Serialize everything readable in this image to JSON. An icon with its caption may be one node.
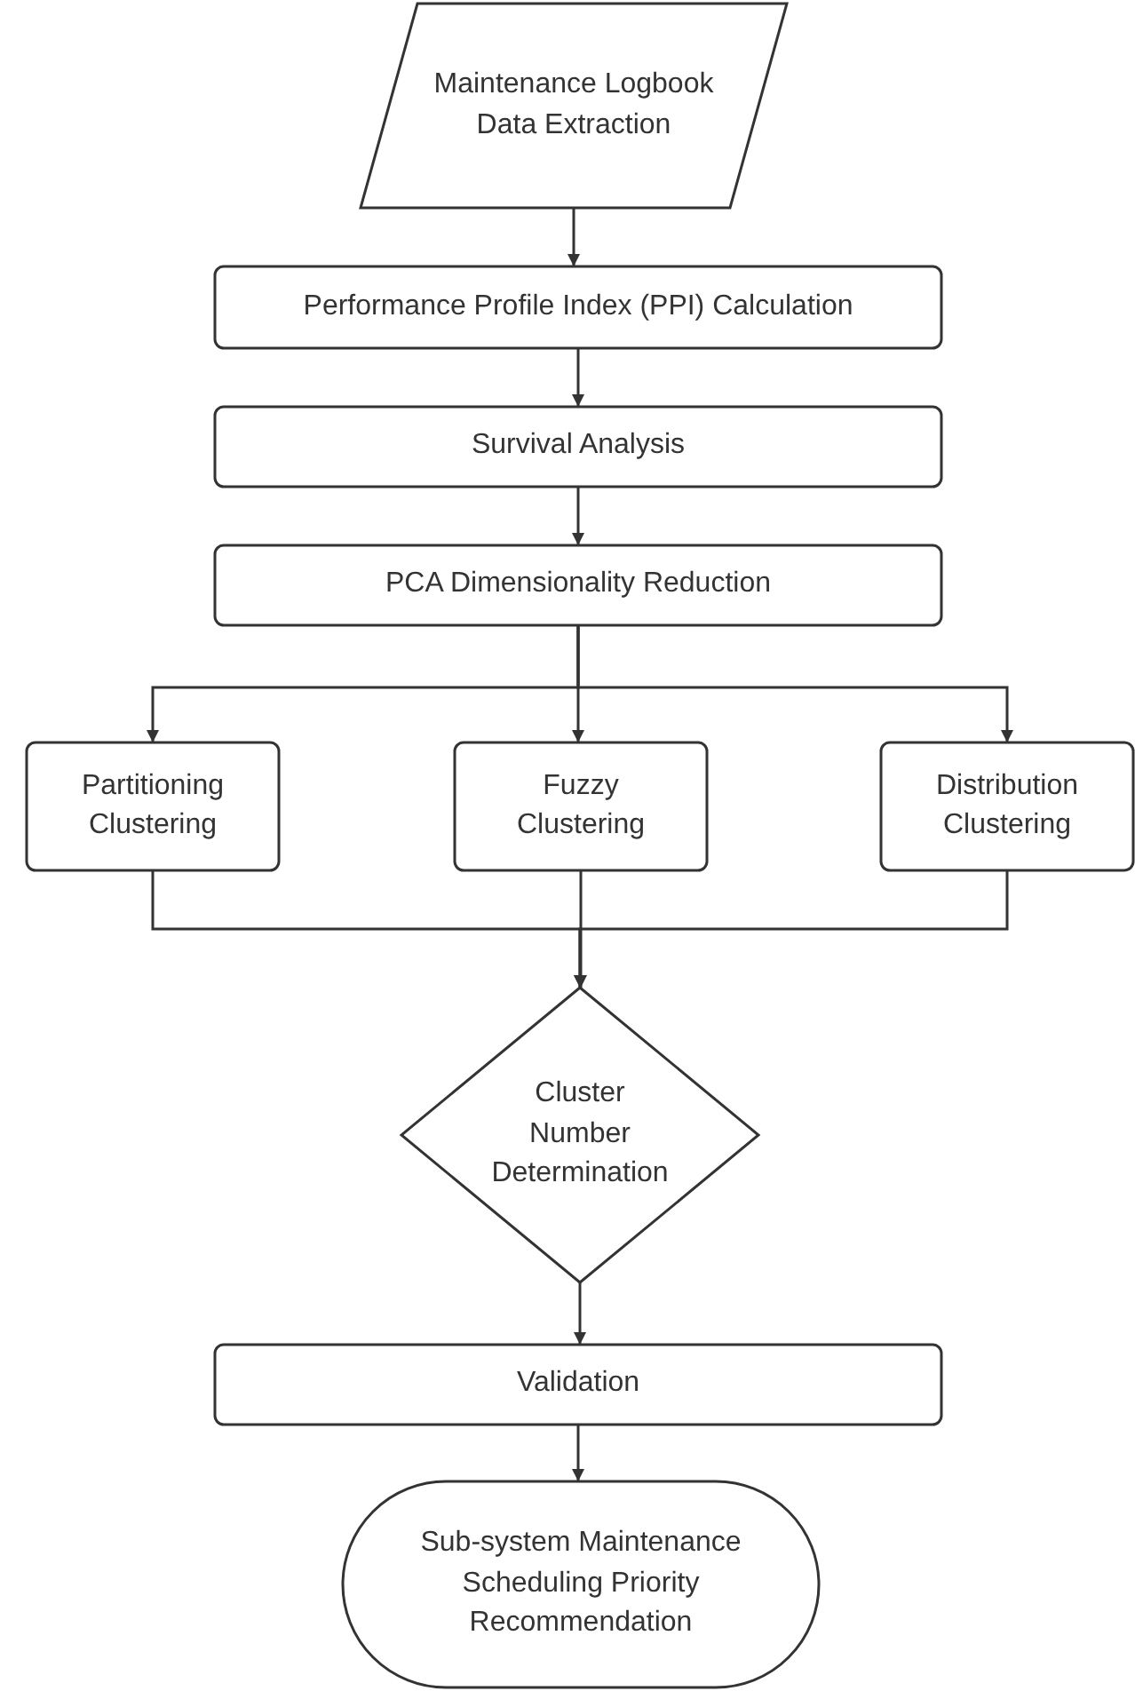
{
  "diagram": {
    "nodes": [
      {
        "text": [
          "Maintenance Logbook Data Extraction"
        ]
      },
      {
        "text": [
          "Performance Profile Index (PPI) Calculation"
        ]
      },
      {
        "text": [
          "Survival Analysis"
        ]
      },
      {
        "text": [
          "PCA Dimensionality Reduction"
        ]
      },
      {
        "text": [
          "Partitioning Clustering"
        ]
      },
      {
        "text": [
          "Fuzzy Clustering"
        ]
      },
      {
        "text": [
          "Distribution Clustering"
        ]
      },
      {
        "text": [
          "Cluster Number Determination"
        ]
      },
      {
        "text": [
          "Validation"
        ]
      },
      {
        "text": [
          "Sub-system Maintenance Scheduling Priority Recommendation"
        ]
      }
    ],
    "edges": [
      {
        "from": 0,
        "to": 1,
        "arrow": "to"
      },
      {
        "from": 1,
        "to": 2,
        "arrow": "to"
      },
      {
        "from": 2,
        "to": 3,
        "arrow": "to"
      },
      {
        "from": 3,
        "to": 4,
        "arrow": "to"
      },
      {
        "from": 3,
        "to": 5,
        "arrow": "to"
      },
      {
        "from": 3,
        "to": 6,
        "arrow": "to"
      },
      {
        "from": 4,
        "to": 7,
        "arrow": "to"
      },
      {
        "from": 5,
        "to": 7,
        "arrow": "to"
      },
      {
        "from": 6,
        "to": 7,
        "arrow": "to"
      },
      {
        "from": 7,
        "to": 8,
        "arrow": "to"
      },
      {
        "from": 8,
        "to": 9,
        "arrow": "to"
      }
    ]
  }
}
